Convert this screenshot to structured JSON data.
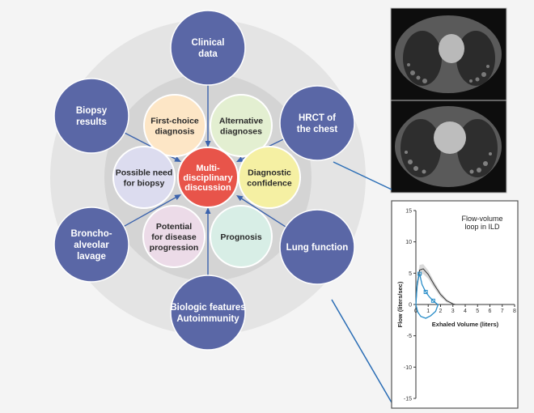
{
  "diagram": {
    "center": {
      "lines": [
        "Multi-",
        "disciplinary",
        "discussion"
      ]
    },
    "petals": [
      {
        "id": "first-choice",
        "lines": [
          "First-choice",
          "diagnosis"
        ]
      },
      {
        "id": "alternative",
        "lines": [
          "Alternative",
          "diagnoses"
        ]
      },
      {
        "id": "confidence",
        "lines": [
          "Diagnostic",
          "confidence"
        ]
      },
      {
        "id": "prognosis",
        "lines": [
          "Prognosis"
        ]
      },
      {
        "id": "progression",
        "lines": [
          "Potential",
          "for disease",
          "progression"
        ]
      },
      {
        "id": "biopsy-need",
        "lines": [
          "Possible need",
          "for biopsy"
        ]
      }
    ],
    "outer": [
      {
        "id": "clinical",
        "lines": [
          "Clinical",
          "data"
        ]
      },
      {
        "id": "hrct",
        "lines": [
          "HRCT of",
          "the chest"
        ]
      },
      {
        "id": "lung-function",
        "lines": [
          "Lung function"
        ]
      },
      {
        "id": "biologic",
        "lines": [
          "Biologic features",
          "Autoimmunity"
        ]
      },
      {
        "id": "bal",
        "lines": [
          "Broncho-",
          "alveolar",
          "lavage"
        ]
      },
      {
        "id": "biopsy",
        "lines": [
          "Biopsy",
          "results"
        ]
      }
    ],
    "colors": {
      "outer": "#5a67a6",
      "center": "#e8544a",
      "first-choice": "#fde6c6",
      "alternative": "#e3efd1",
      "confidence": "#f5f0a3",
      "prognosis": "#d8eee6",
      "progression": "#ecdbe8",
      "biopsy-need": "#dcdcef"
    }
  },
  "flow_chart": {
    "title_lines": [
      "Flow-volume",
      "loop in ILD"
    ],
    "ylabel": "Flow (liters/sec)",
    "xlabel": "Exhaled Volume (liters)",
    "y_ticks": [
      15,
      10,
      5,
      0,
      -5,
      -10,
      -15
    ],
    "x_ticks": [
      0,
      1,
      2,
      3,
      4,
      5,
      6,
      7,
      8
    ],
    "ylim": [
      -15,
      15
    ],
    "xlim": [
      0,
      8
    ],
    "series": [
      {
        "points": [
          [
            0,
            0
          ],
          [
            0.1,
            3
          ],
          [
            0.3,
            5.5
          ],
          [
            0.6,
            5.7
          ],
          [
            1,
            4.8
          ],
          [
            1.5,
            3.1
          ],
          [
            2,
            1.6
          ],
          [
            2.5,
            0.6
          ],
          [
            3,
            0.1
          ],
          [
            3.2,
            0
          ]
        ]
      },
      {
        "points": [
          [
            0,
            0
          ],
          [
            0.12,
            3.6
          ],
          [
            0.3,
            4.9
          ],
          [
            0.5,
            3.2
          ],
          [
            0.8,
            2
          ],
          [
            1.1,
            1.2
          ],
          [
            1.4,
            0.6
          ],
          [
            1.7,
            0.1
          ],
          [
            1.8,
            0
          ],
          [
            1.6,
            -1.1
          ],
          [
            1.2,
            -1.8
          ],
          [
            0.8,
            -2.2
          ],
          [
            0.4,
            -1.9
          ],
          [
            0.15,
            -1.2
          ],
          [
            0,
            0
          ]
        ]
      }
    ]
  }
}
